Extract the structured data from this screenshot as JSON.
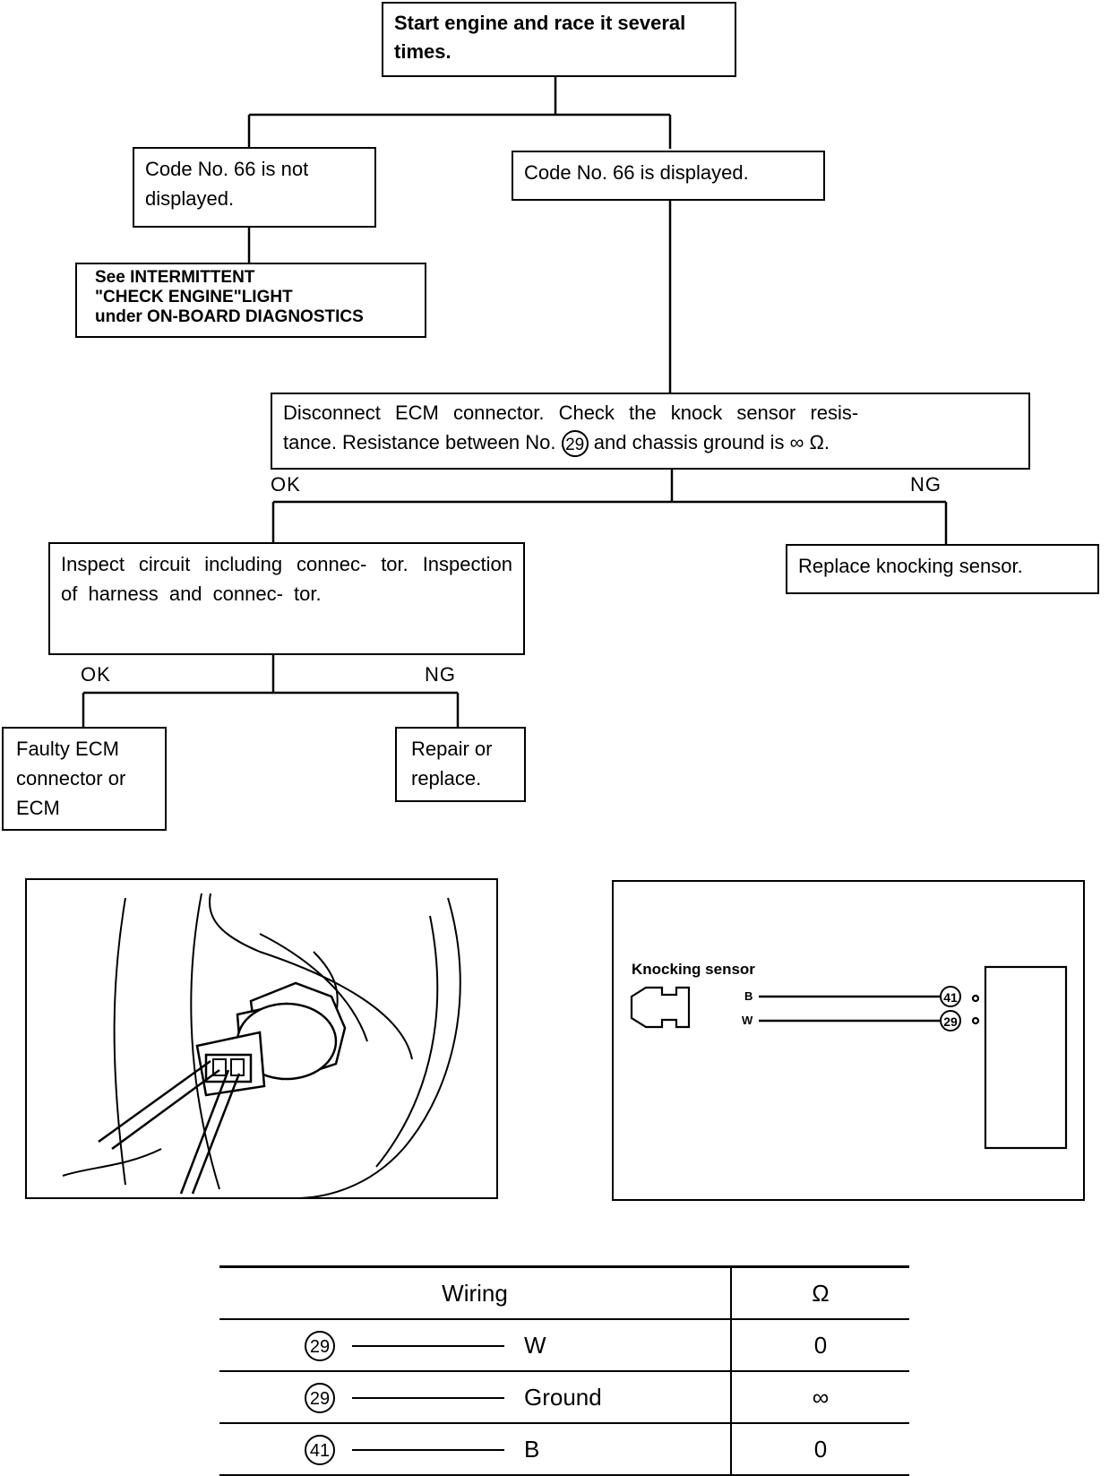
{
  "flow": {
    "start": "Start engine and race it several times.",
    "not_displayed": "Code No. 66 is not displayed.",
    "displayed": "Code No. 66 is displayed.",
    "intermittent": [
      "See INTERMITTENT",
      "\"CHECK ENGINE\"LIGHT",
      "under ON-BOARD DIAGNOSTICS"
    ],
    "disconnect_1": "Disconnect ECM connector. Check the knock sensor resis-",
    "disconnect_2a": "tance. Resistance between No.",
    "disconnect_pin": "29",
    "disconnect_2b": "and chassis ground is ∞ Ω.",
    "ok1": "OK",
    "ng1": "NG",
    "inspect": "Inspect circuit including connec- tor. Inspection of harness and connec- tor.",
    "replace_sensor": "Replace knocking sensor.",
    "ok2": "OK",
    "ng2": "NG",
    "faulty": "Faulty ECM connector or ECM",
    "repair": "Repair or replace."
  },
  "wiring_diagram": {
    "sensor_label": "Knocking sensor",
    "wire_b": "B",
    "wire_w": "W",
    "pin_b": "41",
    "pin_w": "29"
  },
  "table": {
    "head_wiring": "Wiring",
    "head_ohm": "Ω",
    "rows": [
      {
        "pin": "29",
        "dest": "W",
        "ohm": "0"
      },
      {
        "pin": "29",
        "dest": "Ground",
        "ohm": "∞"
      },
      {
        "pin": "41",
        "dest": "B",
        "ohm": "0"
      }
    ]
  }
}
